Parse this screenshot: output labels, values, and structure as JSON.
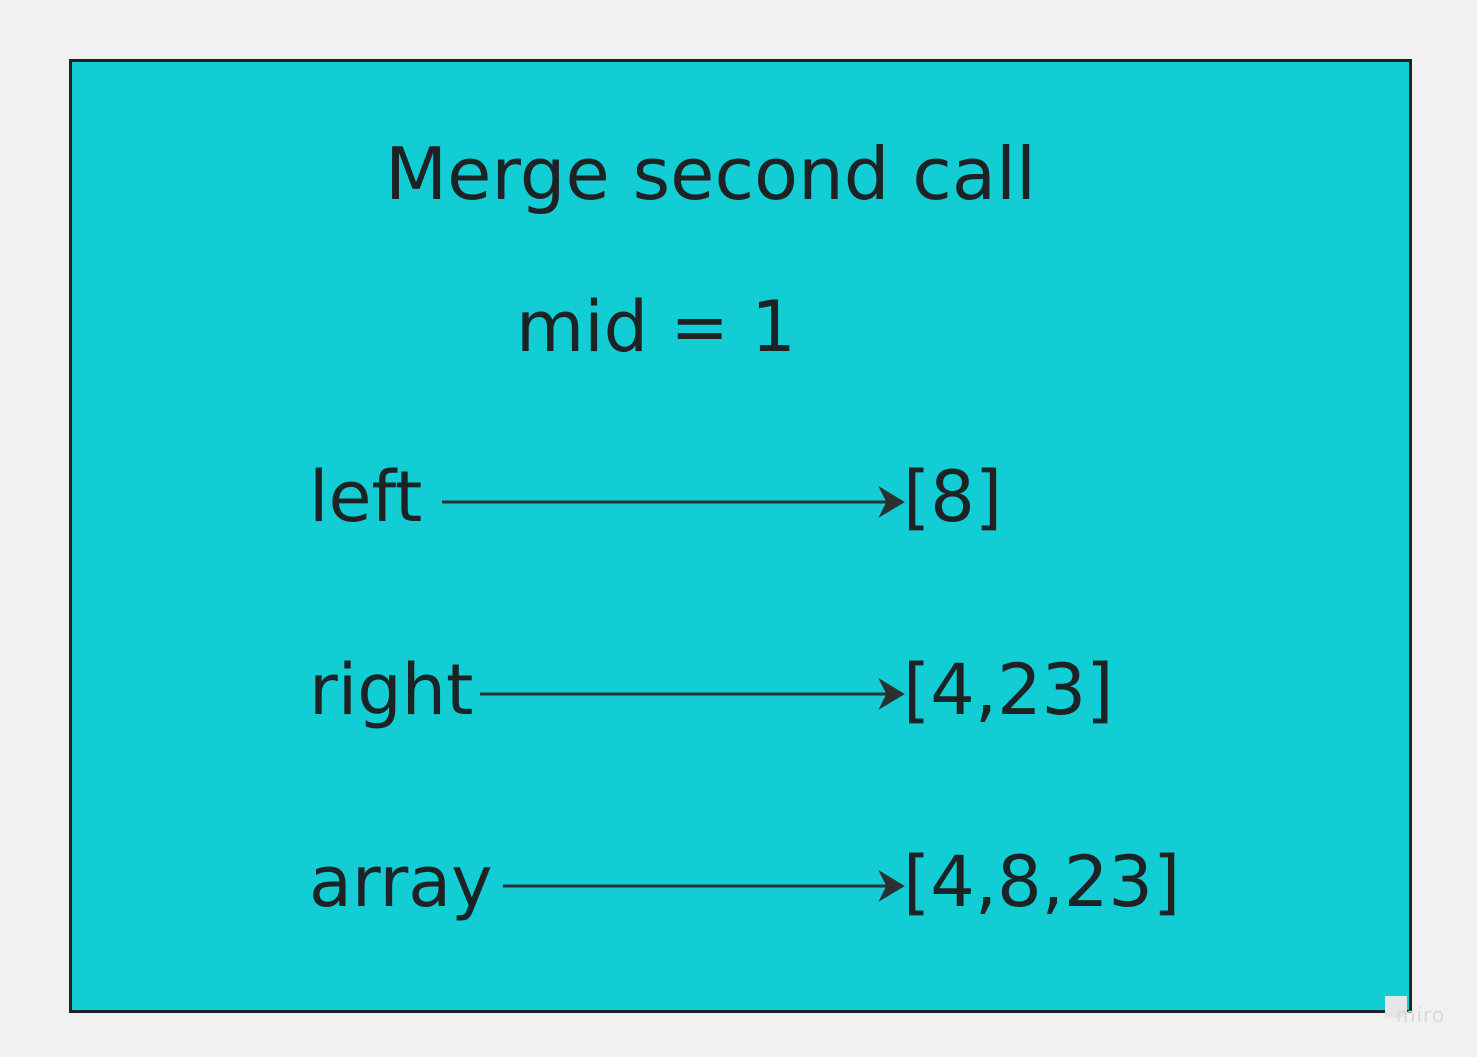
{
  "title": "Merge second call",
  "mid_line": "mid = 1",
  "rows": [
    {
      "label": "left",
      "value": "[8]"
    },
    {
      "label": "right",
      "value": "[4,23]"
    },
    {
      "label": "array",
      "value": "[4,8,23]"
    }
  ],
  "watermark": "miro",
  "colors": {
    "background": "#f1f1f2",
    "panel": "#13cdd5",
    "border": "#1e2326",
    "text": "#1d2224",
    "arrow": "#2b3033"
  }
}
